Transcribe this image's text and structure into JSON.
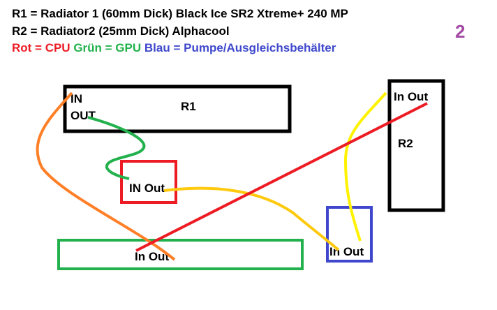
{
  "legend": {
    "line1": "R1 = Radiator 1 (60mm Dick) Black Ice SR2 Xtreme+ 240 MP",
    "line2": "R2 = Radiator2  (25mm Dick) Alphacool",
    "rot": "Rot = CPU",
    "gruen": "Grün = GPU",
    "blau": "Blau = Pumpe/Ausgleichsbehälter"
  },
  "page_number": "2",
  "components": {
    "r1": {
      "label": "R1",
      "port_in": "IN",
      "port_out": "OUT"
    },
    "cpu": {
      "label": "IN Out"
    },
    "gpu": {
      "label": "In Out"
    },
    "pump": {
      "label": "In Out"
    },
    "r2": {
      "label": "R2",
      "ports": "In Out"
    }
  },
  "colors": {
    "cpu": "#ed1c24",
    "gpu": "#22b14c",
    "pump": "#3f48cc",
    "radiator": "#000000",
    "tube_orange": "#ff7f27",
    "tube_yellow": "#ffc90e",
    "tube_bright_yellow": "#fff200",
    "page_number": "#a349a4"
  }
}
